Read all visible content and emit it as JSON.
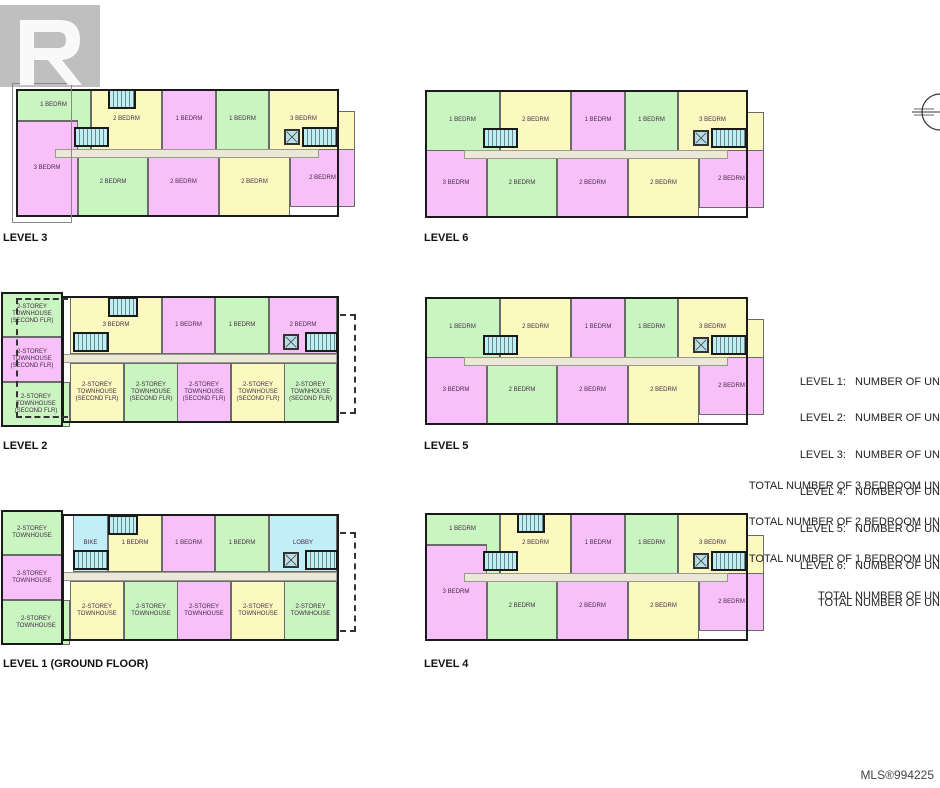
{
  "watermark": {
    "brand": "REALTOR®"
  },
  "colors": {
    "green": "#c8f5c0",
    "yellow": "#fbf9bf",
    "pink": "#f8c0f8",
    "blue": "#c2eff7"
  },
  "levels": {
    "level3": {
      "title": "LEVEL 3",
      "rooms": [
        "1 BEDRM",
        "2 BEDRM",
        "1 BEDRM",
        "1 BEDRM",
        "3 BEDRM",
        "3 BEDRM",
        "2 BEDRM",
        "2 BEDRM",
        "2 BEDRM",
        "2 BEDRM"
      ]
    },
    "level6": {
      "title": "LEVEL 6",
      "rooms": [
        "1 BEDRM",
        "2 BEDRM",
        "1 BEDRM",
        "1 BEDRM",
        "3 BEDRM",
        "3 BEDRM",
        "2 BEDRM",
        "2 BEDRM",
        "2 BEDRM",
        "2 BEDRM"
      ]
    },
    "level2": {
      "title": "LEVEL 2",
      "rooms": [
        "2-STOREY TOWNHOUSE (SECOND FLR)",
        "2-STOREY TOWNHOUSE (SECOND FLR)",
        "2-STOREY TOWNHOUSE (SECOND FLR)",
        "3 BEDRM",
        "1 BEDRM",
        "1 BEDRM",
        "2 BEDRM",
        "2-STOREY TOWNHOUSE (SECOND FLR)",
        "2-STOREY TOWNHOUSE (SECOND FLR)",
        "2-STOREY TOWNHOUSE (SECOND FLR)",
        "2-STOREY TOWNHOUSE (SECOND FLR)",
        "2-STOREY TOWNHOUSE (SECOND FLR)"
      ]
    },
    "level5": {
      "title": "LEVEL 5",
      "rooms": [
        "1 BEDRM",
        "2 BEDRM",
        "1 BEDRM",
        "1 BEDRM",
        "3 BEDRM",
        "3 BEDRM",
        "2 BEDRM",
        "2 BEDRM",
        "2 BEDRM",
        "2 BEDRM"
      ]
    },
    "level1": {
      "title": "LEVEL 1 (GROUND FLOOR)",
      "rooms": [
        "2-STOREY TOWNHOUSE",
        "2-STOREY TOWNHOUSE",
        "2-STOREY TOWNHOUSE",
        "BIKE",
        "1 BEDRM",
        "1 BEDRM",
        "1 BEDRM",
        "LOBBY",
        "2-STOREY TOWNHOUSE",
        "2-STOREY TOWNHOUSE",
        "2-STOREY TOWNHOUSE",
        "2-STOREY TOWNHOUSE",
        "2-STOREY TOWNHOUSE"
      ]
    },
    "level4": {
      "title": "LEVEL 4",
      "rooms": [
        "1 BEDRM",
        "2 BEDRM",
        "1 BEDRM",
        "1 BEDRM",
        "3 BEDRM",
        "3 BEDRM",
        "2 BEDRM",
        "2 BEDRM",
        "2 BEDRM",
        "2 BEDRM"
      ]
    }
  },
  "summary": {
    "lines1": [
      "LEVEL 1:   NUMBER OF UN",
      "LEVEL 2:   NUMBER OF UN",
      "LEVEL 3:   NUMBER OF UN",
      "LEVEL 4:   NUMBER OF UN",
      "LEVEL 5:   NUMBER OF UN",
      "LEVEL 6:   NUMBER OF UN",
      "TOTAL NUMBER OF UN"
    ],
    "lines2": [
      "TOTAL NUMBER OF 3 BEDROOM UN",
      "TOTAL NUMBER OF 2 BEDROOM UN",
      "TOTAL NUMBER OF 1 BEDROOM UN",
      "TOTAL NUMBER OF UN"
    ]
  },
  "footer": {
    "mls": "MLS®994225"
  }
}
